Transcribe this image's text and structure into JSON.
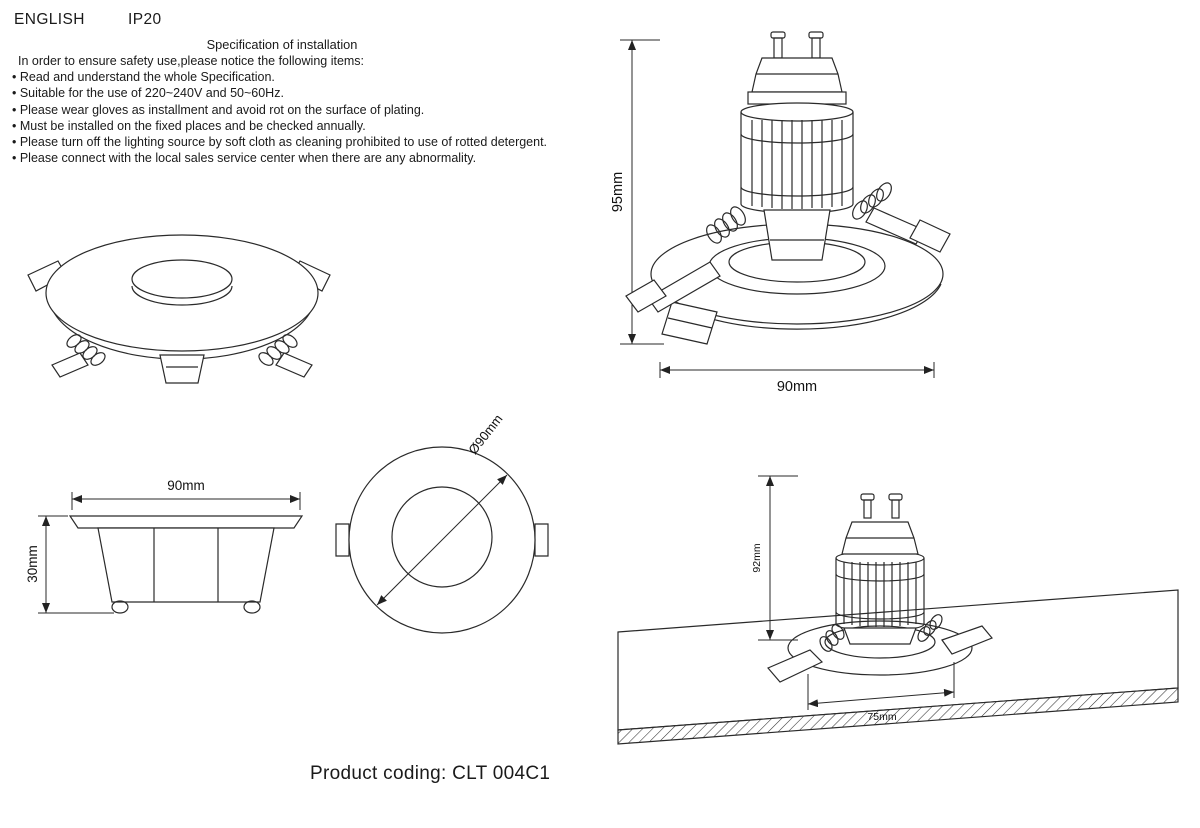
{
  "header": {
    "language": "ENGLISH",
    "ip_rating": "IP20"
  },
  "spec": {
    "title": "Specification of installation",
    "intro": "In order to ensure safety use,please notice the following items:",
    "items": [
      "• Read and understand the whole Specification.",
      "• Suitable for the use of 220~240V and 50~60Hz.",
      "• Please wear gloves as installment and avoid rot on the surface of plating.",
      "• Must be installed on the fixed places and be checked annually.",
      "• Please turn off the lighting source by soft cloth as cleaning prohibited to use of rotted detergent.",
      "• Please connect with the local sales service center when there are any abnormality."
    ]
  },
  "drawings": {
    "assembled": {
      "height_dim": "95mm",
      "width_dim": "90mm"
    },
    "front": {
      "width_dim": "90mm",
      "height_dim": "30mm"
    },
    "top": {
      "diameter_dim": "Ø90mm"
    },
    "install": {
      "height_dim": "92mm",
      "cutout_dim": "75mm"
    }
  },
  "footer": {
    "product_coding": "Product coding: CLT 004C1"
  },
  "colors": {
    "line": "#2a2a2a",
    "background": "#ffffff"
  }
}
